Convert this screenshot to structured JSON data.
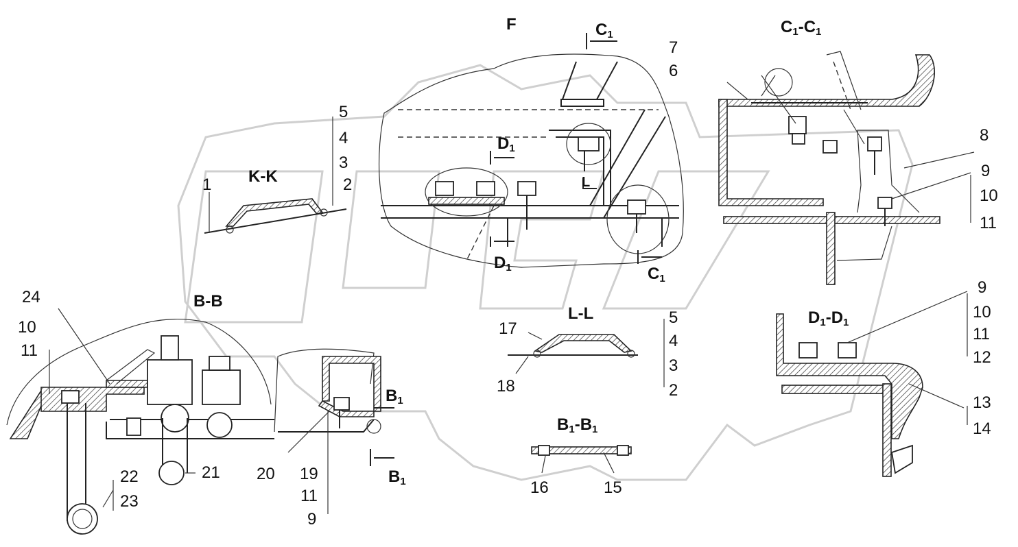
{
  "sections": {
    "f": "F",
    "c1": "C",
    "c1c1_a": "C",
    "c1c1_b": "C",
    "kk": "K-K",
    "d1": "D",
    "d1_bottom": "D",
    "c1_bottom": "C",
    "bb": "B-B",
    "ll": "L-L",
    "d1d1_a": "D",
    "d1d1_b": "D",
    "b1_right": "B",
    "b1_bottom": "B",
    "b1b1_a": "B",
    "b1b1_b": "B",
    "l_mark": "L",
    "sub1": "1",
    "dash": "-"
  },
  "callouts": {
    "n1": "1",
    "n2": "2",
    "n3": "3",
    "n4": "4",
    "n5": "5",
    "n6": "6",
    "n7": "7",
    "n8": "8",
    "n9": "9",
    "n10": "10",
    "n11": "11",
    "n12": "12",
    "n13": "13",
    "n14": "14",
    "n15": "15",
    "n16": "16",
    "n17": "17",
    "n18": "18",
    "n19": "19",
    "n20": "20",
    "n21": "21",
    "n22": "22",
    "n23": "23",
    "n24": "24"
  },
  "watermark": {
    "text": "OPEX"
  }
}
